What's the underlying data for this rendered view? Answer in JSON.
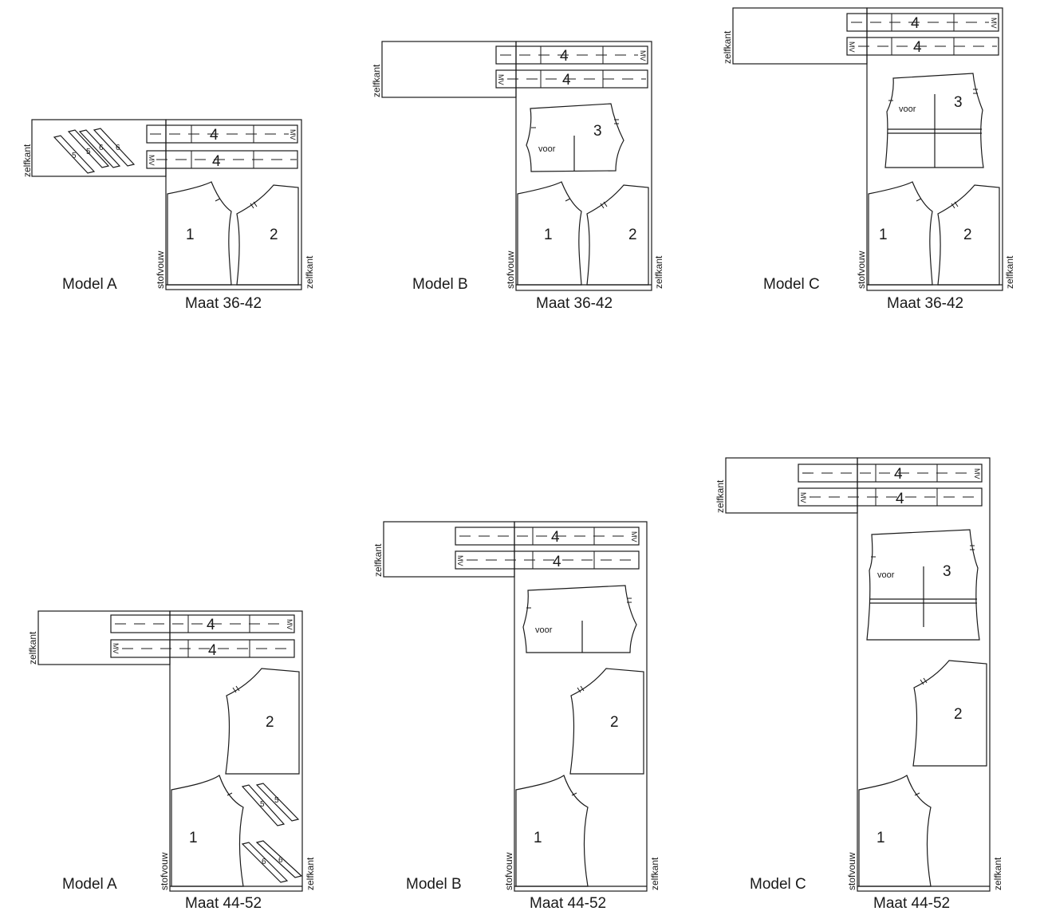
{
  "labels": {
    "selvage": "zelfkant",
    "fold": "stofvouw",
    "front": "voor",
    "mv": "MV",
    "piece1": "1",
    "piece2": "2",
    "piece3": "3",
    "piece4": "4",
    "piece5": "5",
    "piece6": "6"
  },
  "layouts": [
    {
      "model": "Model A",
      "size": "Maat 36-42"
    },
    {
      "model": "Model B",
      "size": "Maat 36-42"
    },
    {
      "model": "Model C",
      "size": "Maat 36-42"
    },
    {
      "model": "Model A",
      "size": "Maat 44-52"
    },
    {
      "model": "Model B",
      "size": "Maat 44-52"
    },
    {
      "model": "Model C",
      "size": "Maat 44-52"
    }
  ]
}
